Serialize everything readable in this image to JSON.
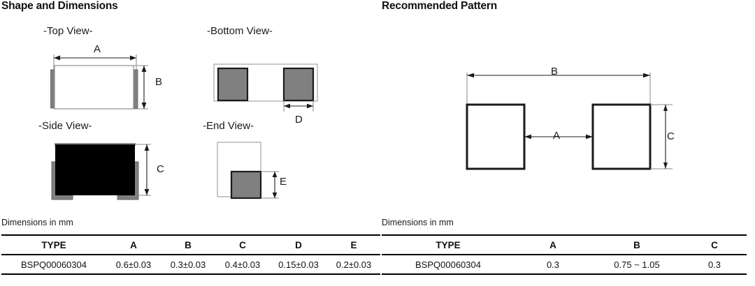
{
  "left_panel": {
    "title": "Shape and Dimensions",
    "views": {
      "top": "-Top View-",
      "bottom": "-Bottom View-",
      "side": "-Side View-",
      "end": "-End View-"
    },
    "dim_letters": {
      "a": "A",
      "b": "B",
      "c": "C",
      "d": "D",
      "e": "E"
    },
    "note": "Dimensions in mm",
    "table": {
      "headers": [
        "TYPE",
        "A",
        "B",
        "C",
        "D",
        "E"
      ],
      "rows": [
        [
          "BSPQ00060304",
          "0.6±0.03",
          "0.3±0.03",
          "0.4±0.03",
          "0.15±0.03",
          "0.2±0.03"
        ]
      ]
    }
  },
  "right_panel": {
    "title": "Recommended Pattern",
    "dim_letters": {
      "a": "A",
      "b": "B",
      "c": "C"
    },
    "note": "Dimensions in mm",
    "table": {
      "headers": [
        "TYPE",
        "A",
        "B",
        "C"
      ],
      "rows": [
        [
          "BSPQ00060304",
          "0.3",
          "0.75 ~ 1.05",
          "0.3"
        ]
      ]
    }
  },
  "colors": {
    "line": "#1b1b1b",
    "thin_line": "#8a8a8a",
    "terminal_gray": "#808080",
    "body_black": "#000000",
    "body_white": "#ffffff"
  }
}
